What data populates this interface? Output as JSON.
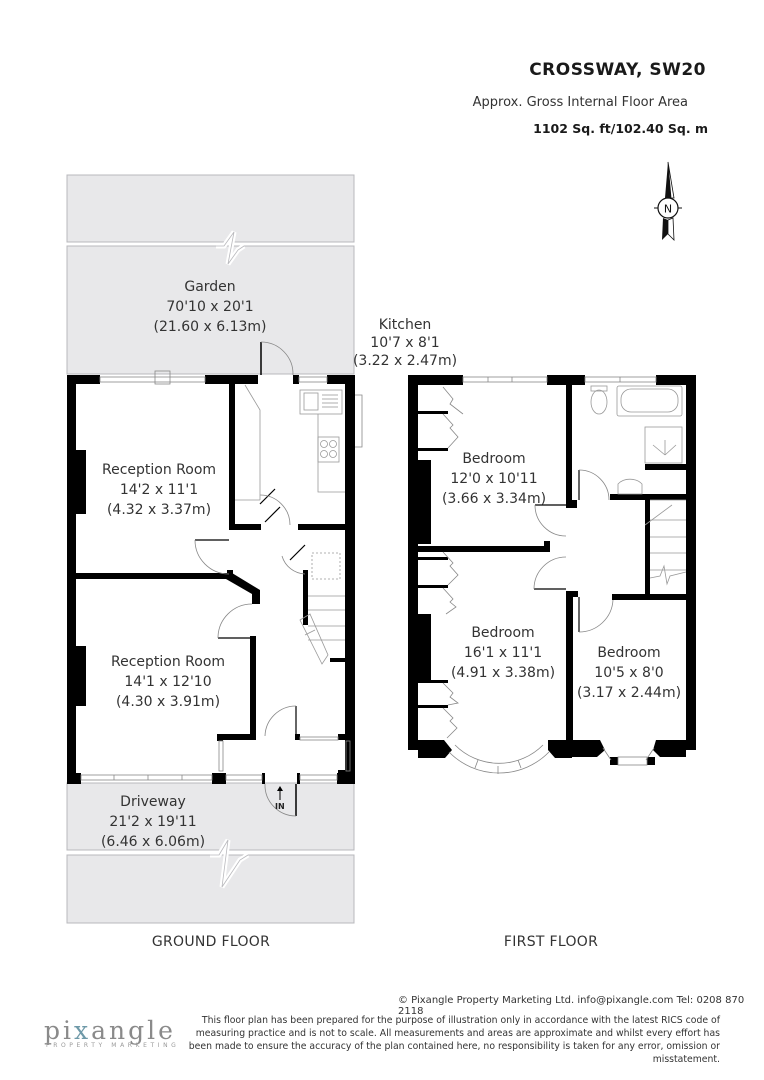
{
  "header": {
    "title": "CROSSWAY, SW20",
    "subtitle": "Approx. Gross Internal Floor Area",
    "area": "1102 Sq. ft/102.40 Sq. m"
  },
  "compass": {
    "icon": "north-arrow-icon",
    "label": "N"
  },
  "ground_floor": {
    "label": "GROUND FLOOR",
    "entrance_label": "IN",
    "rooms": [
      {
        "name": "Garden",
        "imperial": "70'10 x 20'1",
        "metric": "(21.60 x 6.13m)"
      },
      {
        "name": "Kitchen",
        "imperial": "10'7 x 8'1",
        "metric": "(3.22 x 2.47m)"
      },
      {
        "name": "Reception Room",
        "imperial": "14'2 x 11'1",
        "metric": "(4.32 x 3.37m)"
      },
      {
        "name": "Reception Room",
        "imperial": "14'1 x 12'10",
        "metric": "(4.30 x 3.91m)"
      },
      {
        "name": "Driveway",
        "imperial": "21'2 x 19'11",
        "metric": "(6.46 x 6.06m)"
      }
    ]
  },
  "first_floor": {
    "label": "FIRST FLOOR",
    "rooms": [
      {
        "name": "Bedroom",
        "imperial": "12'0 x 10'11",
        "metric": "(3.66 x 3.34m)"
      },
      {
        "name": "Bedroom",
        "imperial": "16'1 x 11'1",
        "metric": "(4.91 x 3.38m)"
      },
      {
        "name": "Bedroom",
        "imperial": "10'5 x 8'0",
        "metric": "(3.17 x 2.44m)"
      }
    ]
  },
  "footer": {
    "copyright": "© Pixangle Property Marketing Ltd. info@pixangle.com Tel: 0208 870 2118",
    "disclaimer": "This floor plan has been prepared for the purpose of illustration only in accordance with the latest RICS code of measuring practice and is not to scale. All measurements and areas are approximate and whilst every effort has been made to ensure the accuracy of the plan contained here, no responsibility is taken for any error, omission or misstatement.",
    "logo_prefix": "pi",
    "logo_x": "x",
    "logo_suffix": "angle",
    "logo_tagline": "PROPERTY MARKETING"
  },
  "colors": {
    "wall": "#000000",
    "outdoor_fill": "#e8e8ea",
    "outdoor_stroke": "#b8b8bc",
    "fixture_stroke": "#999999",
    "logo_accent": "#6e99a8"
  }
}
